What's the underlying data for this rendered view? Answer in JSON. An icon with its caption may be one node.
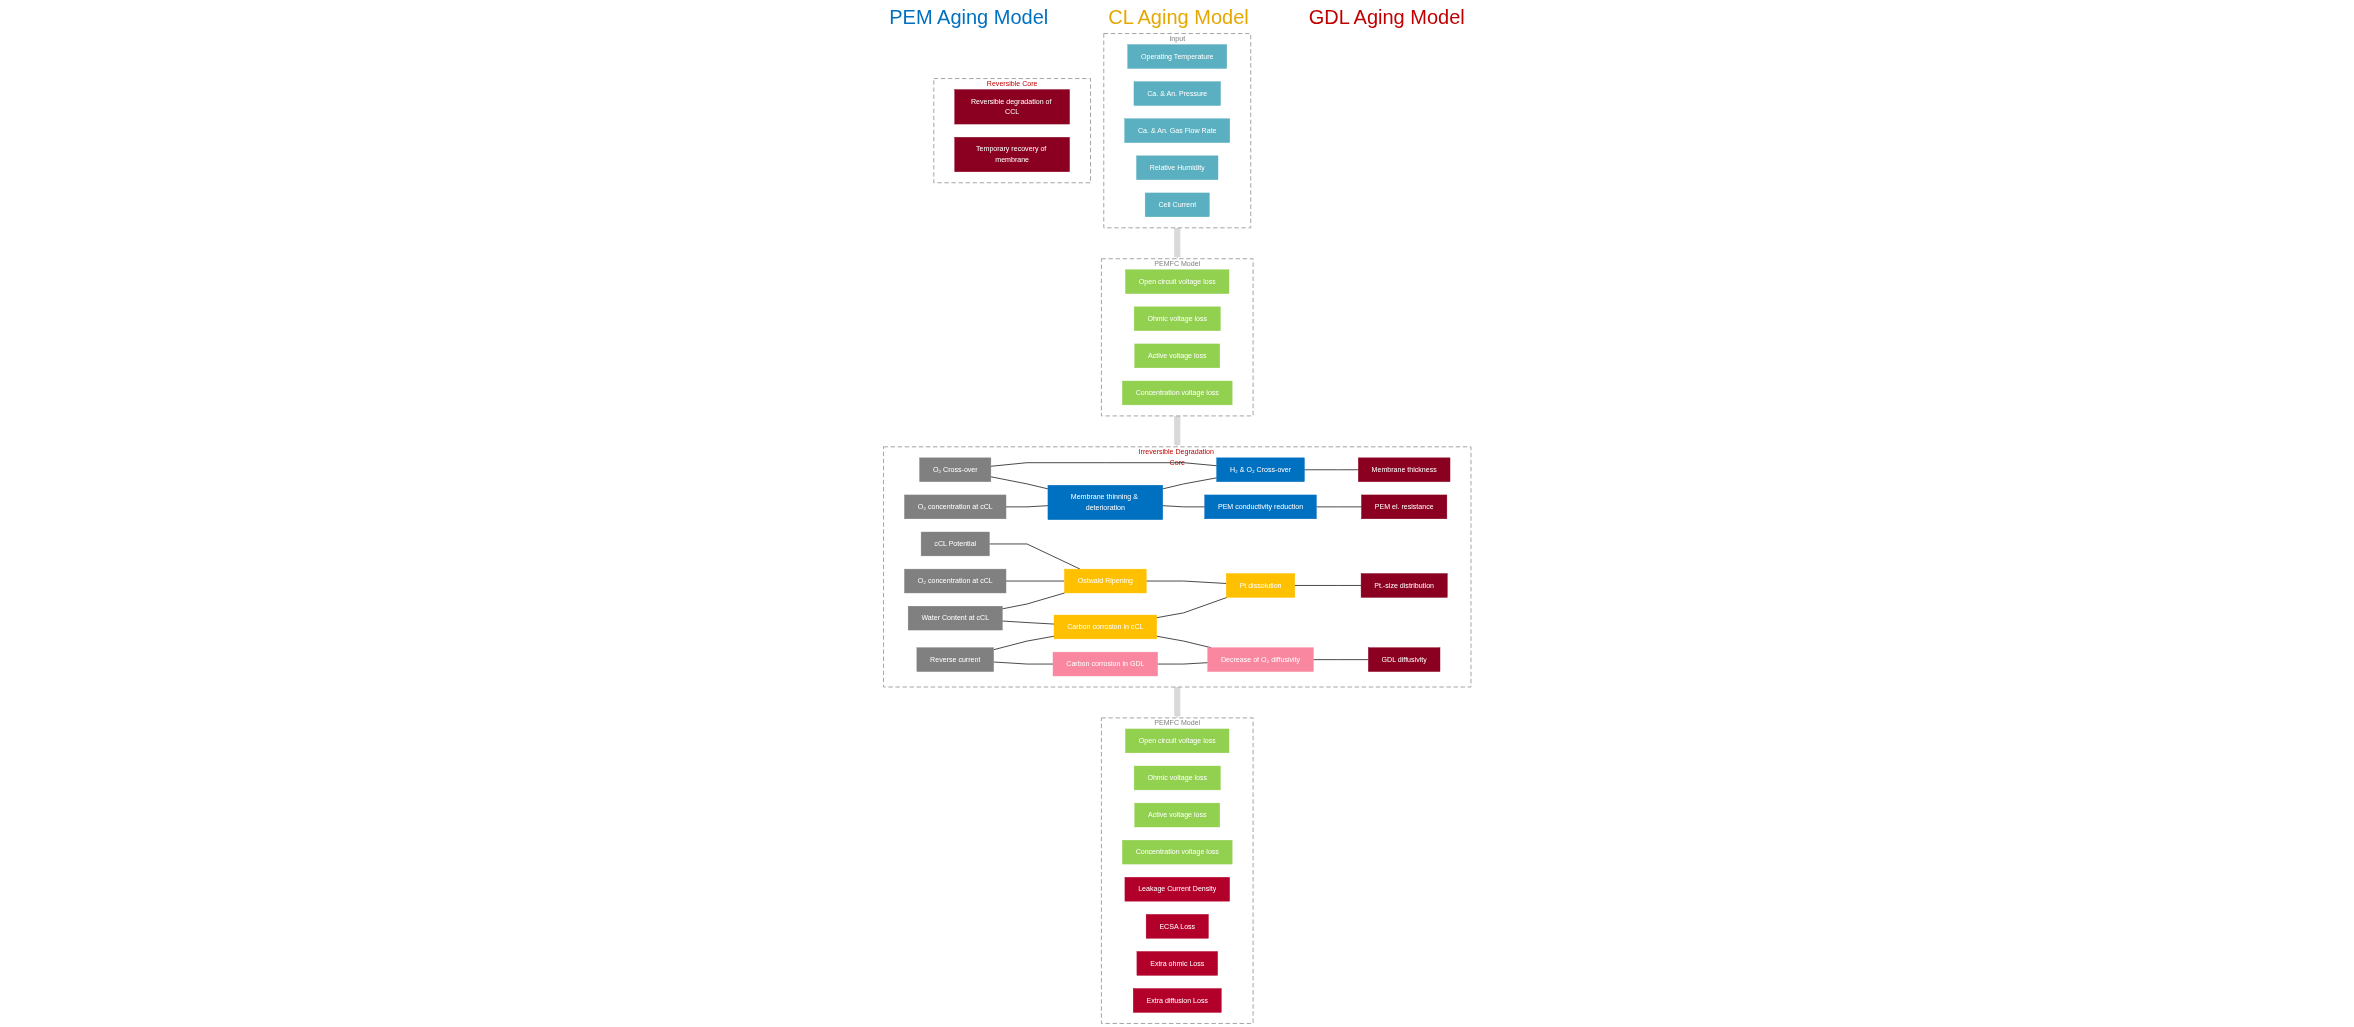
{
  "diagram": {
    "nodes": [
      {
        "text": [
          "Input"
        ]
      },
      {
        "text": [
          "Operating Temperature"
        ],
        "in": 0
      },
      {
        "text": [
          "Ca. & An. Pressure"
        ],
        "in": 0
      },
      {
        "text": [
          "Ca. & An. Gas Flow Rate"
        ],
        "in": 0
      },
      {
        "text": [
          "Relative Humidity"
        ],
        "in": 0
      },
      {
        "text": [
          "Cell Current"
        ],
        "in": 0
      },
      {
        "text": [
          "PEMFC Model"
        ]
      },
      {
        "text": [
          "Open circuit voltage loss"
        ],
        "in": 6
      },
      {
        "text": [
          "Ohmic voltage loss"
        ],
        "in": 6
      },
      {
        "text": [
          "Active voltage loss"
        ],
        "in": 6
      },
      {
        "text": [
          "Concentration voltage loss"
        ],
        "in": 6
      },
      {
        "text": [
          "Irreversible Degradation Core"
        ]
      },
      {
        "text": [
          "O₂ Cross-over"
        ],
        "in": 11
      },
      {
        "text": [
          "O₂ concentration at cCL"
        ],
        "in": 11
      },
      {
        "text": [
          "cCL Potential"
        ],
        "in": 11
      },
      {
        "text": [
          "O₂ concentration at cCL"
        ],
        "in": 11
      },
      {
        "text": [
          "Water Content at cCL"
        ],
        "in": 11
      },
      {
        "text": [
          "Reverse current"
        ],
        "in": 11
      },
      {
        "text": [
          "Membrane thinning & deterioration"
        ],
        "in": 11
      },
      {
        "text": [
          "Ostwald Ripening"
        ],
        "in": 11
      },
      {
        "text": [
          "Carbon corrosion in cCL"
        ],
        "in": 11
      },
      {
        "text": [
          "Carbon corrosion in GDL"
        ],
        "in": 11
      },
      {
        "text": [
          "H₂ & O₂ Cross-over"
        ],
        "in": 11
      },
      {
        "text": [
          "PEM conductivity reduction"
        ],
        "in": 11
      },
      {
        "text": [
          "Pt dissolution"
        ],
        "in": 11
      },
      {
        "text": [
          "Decrease of O₂ diffusivity"
        ],
        "in": 11
      },
      {
        "text": [
          "Membrane thickness"
        ],
        "in": 11
      },
      {
        "text": [
          "PEM el. resistance"
        ],
        "in": 11
      },
      {
        "text": [
          "Pt.-size distribution"
        ],
        "in": 11
      },
      {
        "text": [
          "GDL diffusivity"
        ],
        "in": 11
      },
      {
        "text": [
          "Reversible Core"
        ]
      },
      {
        "text": [
          "Reversible degradation of CCL"
        ],
        "in": 30
      },
      {
        "text": [
          "Temporary recovery of membrane"
        ],
        "in": 30
      },
      {
        "text": [
          "PEMFC Model"
        ]
      },
      {
        "text": [
          "Open circuit voltage loss"
        ],
        "in": 33
      },
      {
        "text": [
          "Ohmic voltage loss"
        ],
        "in": 33
      },
      {
        "text": [
          "Active voltage loss"
        ],
        "in": 33
      },
      {
        "text": [
          "Concentration voltage loss"
        ],
        "in": 33
      },
      {
        "text": [
          "Leakage Current Density"
        ],
        "in": 33
      },
      {
        "text": [
          "ECSA Loss"
        ],
        "in": 33
      },
      {
        "text": [
          "Extra ohmic Loss"
        ],
        "in": 33
      },
      {
        "text": [
          "Extra diffusion Loss"
        ],
        "in": 33
      }
    ],
    "edges": [
      {
        "from": 0,
        "to": 6,
        "arrow": "to",
        "style": "thick",
        "color": "#d9d9d9"
      },
      {
        "from": 6,
        "to": 11,
        "arrow": "to",
        "style": "thick",
        "color": "#d9d9d9"
      },
      {
        "from": 12,
        "to": 18,
        "arrow": "none"
      },
      {
        "from": 13,
        "to": 18,
        "arrow": "none"
      },
      {
        "from": 12,
        "to": 22,
        "arrow": "none"
      },
      {
        "from": 18,
        "to": 22,
        "arrow": "none"
      },
      {
        "from": 18,
        "to": 23,
        "arrow": "none"
      },
      {
        "from": 14,
        "to": 19,
        "arrow": "none"
      },
      {
        "from": 15,
        "to": 19,
        "arrow": "none"
      },
      {
        "from": 16,
        "to": 19,
        "arrow": "none"
      },
      {
        "from": 16,
        "to": 20,
        "arrow": "none"
      },
      {
        "from": 17,
        "to": 20,
        "arrow": "none"
      },
      {
        "from": 17,
        "to": 21,
        "arrow": "none"
      },
      {
        "from": 19,
        "to": 24,
        "arrow": "none"
      },
      {
        "from": 20,
        "to": 24,
        "arrow": "none"
      },
      {
        "from": 20,
        "to": 25,
        "arrow": "none"
      },
      {
        "from": 21,
        "to": 25,
        "arrow": "none"
      },
      {
        "from": 22,
        "to": 26,
        "arrow": "none"
      },
      {
        "from": 23,
        "to": 27,
        "arrow": "none"
      },
      {
        "from": 24,
        "to": 28,
        "arrow": "none"
      },
      {
        "from": 25,
        "to": 29,
        "arrow": "none"
      },
      {
        "from": 11,
        "to": 33,
        "arrow": "to",
        "style": "thick",
        "color": "#d9d9d9"
      }
    ],
    "labels": [
      "PEM Aging Model",
      "CL Aging Model",
      "GDL Aging Model"
    ]
  }
}
